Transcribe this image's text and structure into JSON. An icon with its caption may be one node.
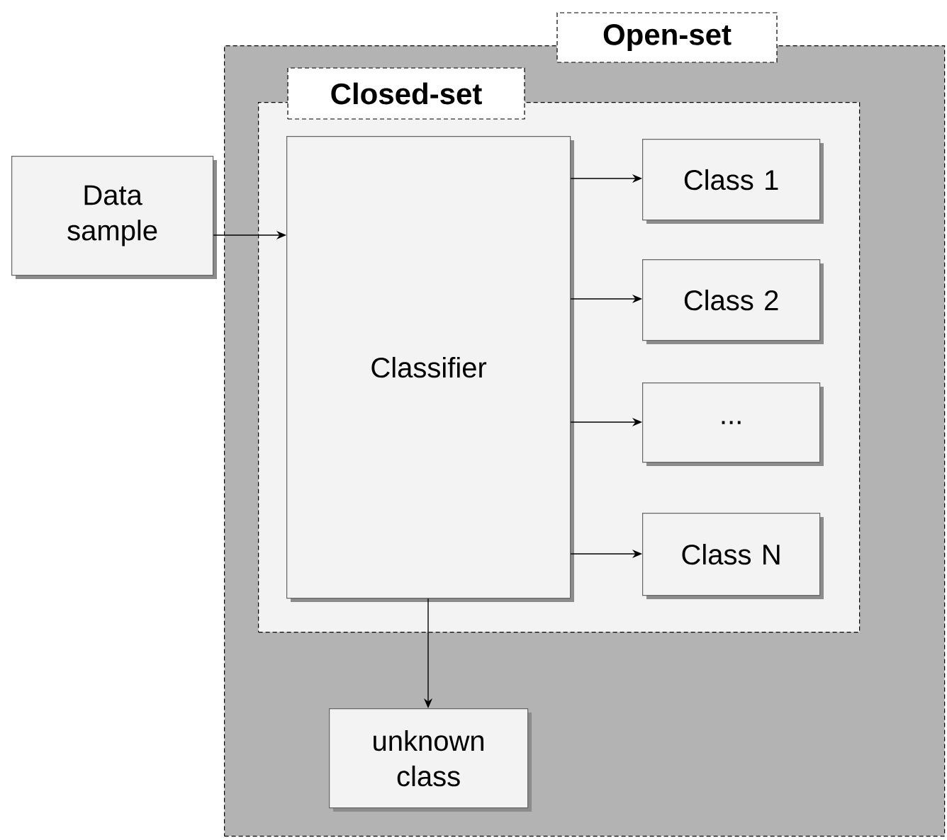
{
  "diagram": {
    "nodes": [
      {
        "text": [
          "Open-set"
        ]
      },
      {
        "text": [
          "Closed-set"
        ],
        "in": 0
      },
      {
        "text": [
          "Classifier"
        ],
        "in": 1
      },
      {
        "text": [
          "Class 1"
        ],
        "in": 1
      },
      {
        "text": [
          "Class 2"
        ],
        "in": 1
      },
      {
        "text": [
          "..."
        ],
        "in": 1
      },
      {
        "text": [
          "Class N"
        ],
        "in": 1
      },
      {
        "text": [
          "Data sample"
        ]
      },
      {
        "text": [
          "unknown class"
        ],
        "in": 0
      }
    ],
    "edges": [
      {
        "from": 7,
        "to": 2,
        "arrow": "to"
      },
      {
        "from": 2,
        "to": 3,
        "arrow": "to"
      },
      {
        "from": 2,
        "to": 4,
        "arrow": "to"
      },
      {
        "from": 2,
        "to": 5,
        "arrow": "to"
      },
      {
        "from": 2,
        "to": 6,
        "arrow": "to"
      },
      {
        "from": 2,
        "to": 8,
        "arrow": "to"
      }
    ]
  }
}
